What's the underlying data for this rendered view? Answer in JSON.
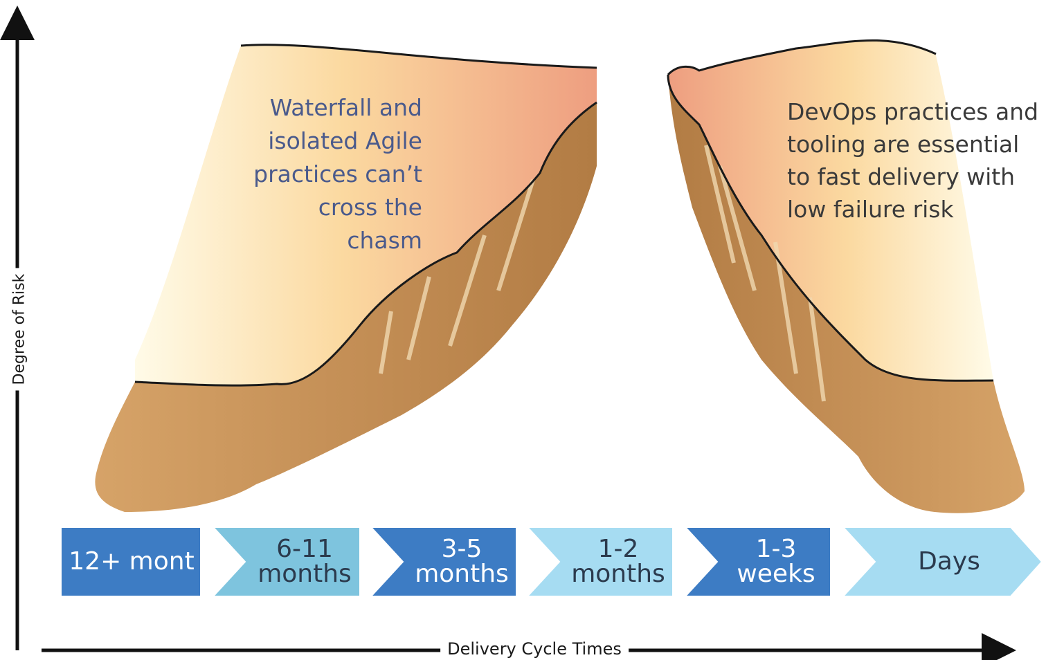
{
  "diagram": {
    "left_caption_lines": [
      "Waterfall and",
      "isolated Agile",
      "practices can’t",
      "cross the",
      "chasm"
    ],
    "right_caption_lines": [
      "DevOps practices and",
      "tooling are essential",
      "to fast delivery with",
      "low failure risk"
    ],
    "y_axis_label": "Degree of Risk",
    "x_axis_label": "Delivery Cycle Times",
    "steps": [
      {
        "label": "12+ mont",
        "color": "#3d7cc4",
        "text_color": "#ffffff"
      },
      {
        "label": "6-11\nmonths",
        "color": "#7ec4de",
        "text_color": "#2b3a4d"
      },
      {
        "label": "3-5\nmonths",
        "color": "#3d7cc4",
        "text_color": "#ffffff"
      },
      {
        "label": "1-2\nmonths",
        "color": "#a6dcf2",
        "text_color": "#2b3a4d"
      },
      {
        "label": "1-3\nweeks",
        "color": "#3d7cc4",
        "text_color": "#ffffff"
      },
      {
        "label": "Days",
        "color": "#a6dcf2",
        "text_color": "#2b3a4d"
      }
    ]
  }
}
